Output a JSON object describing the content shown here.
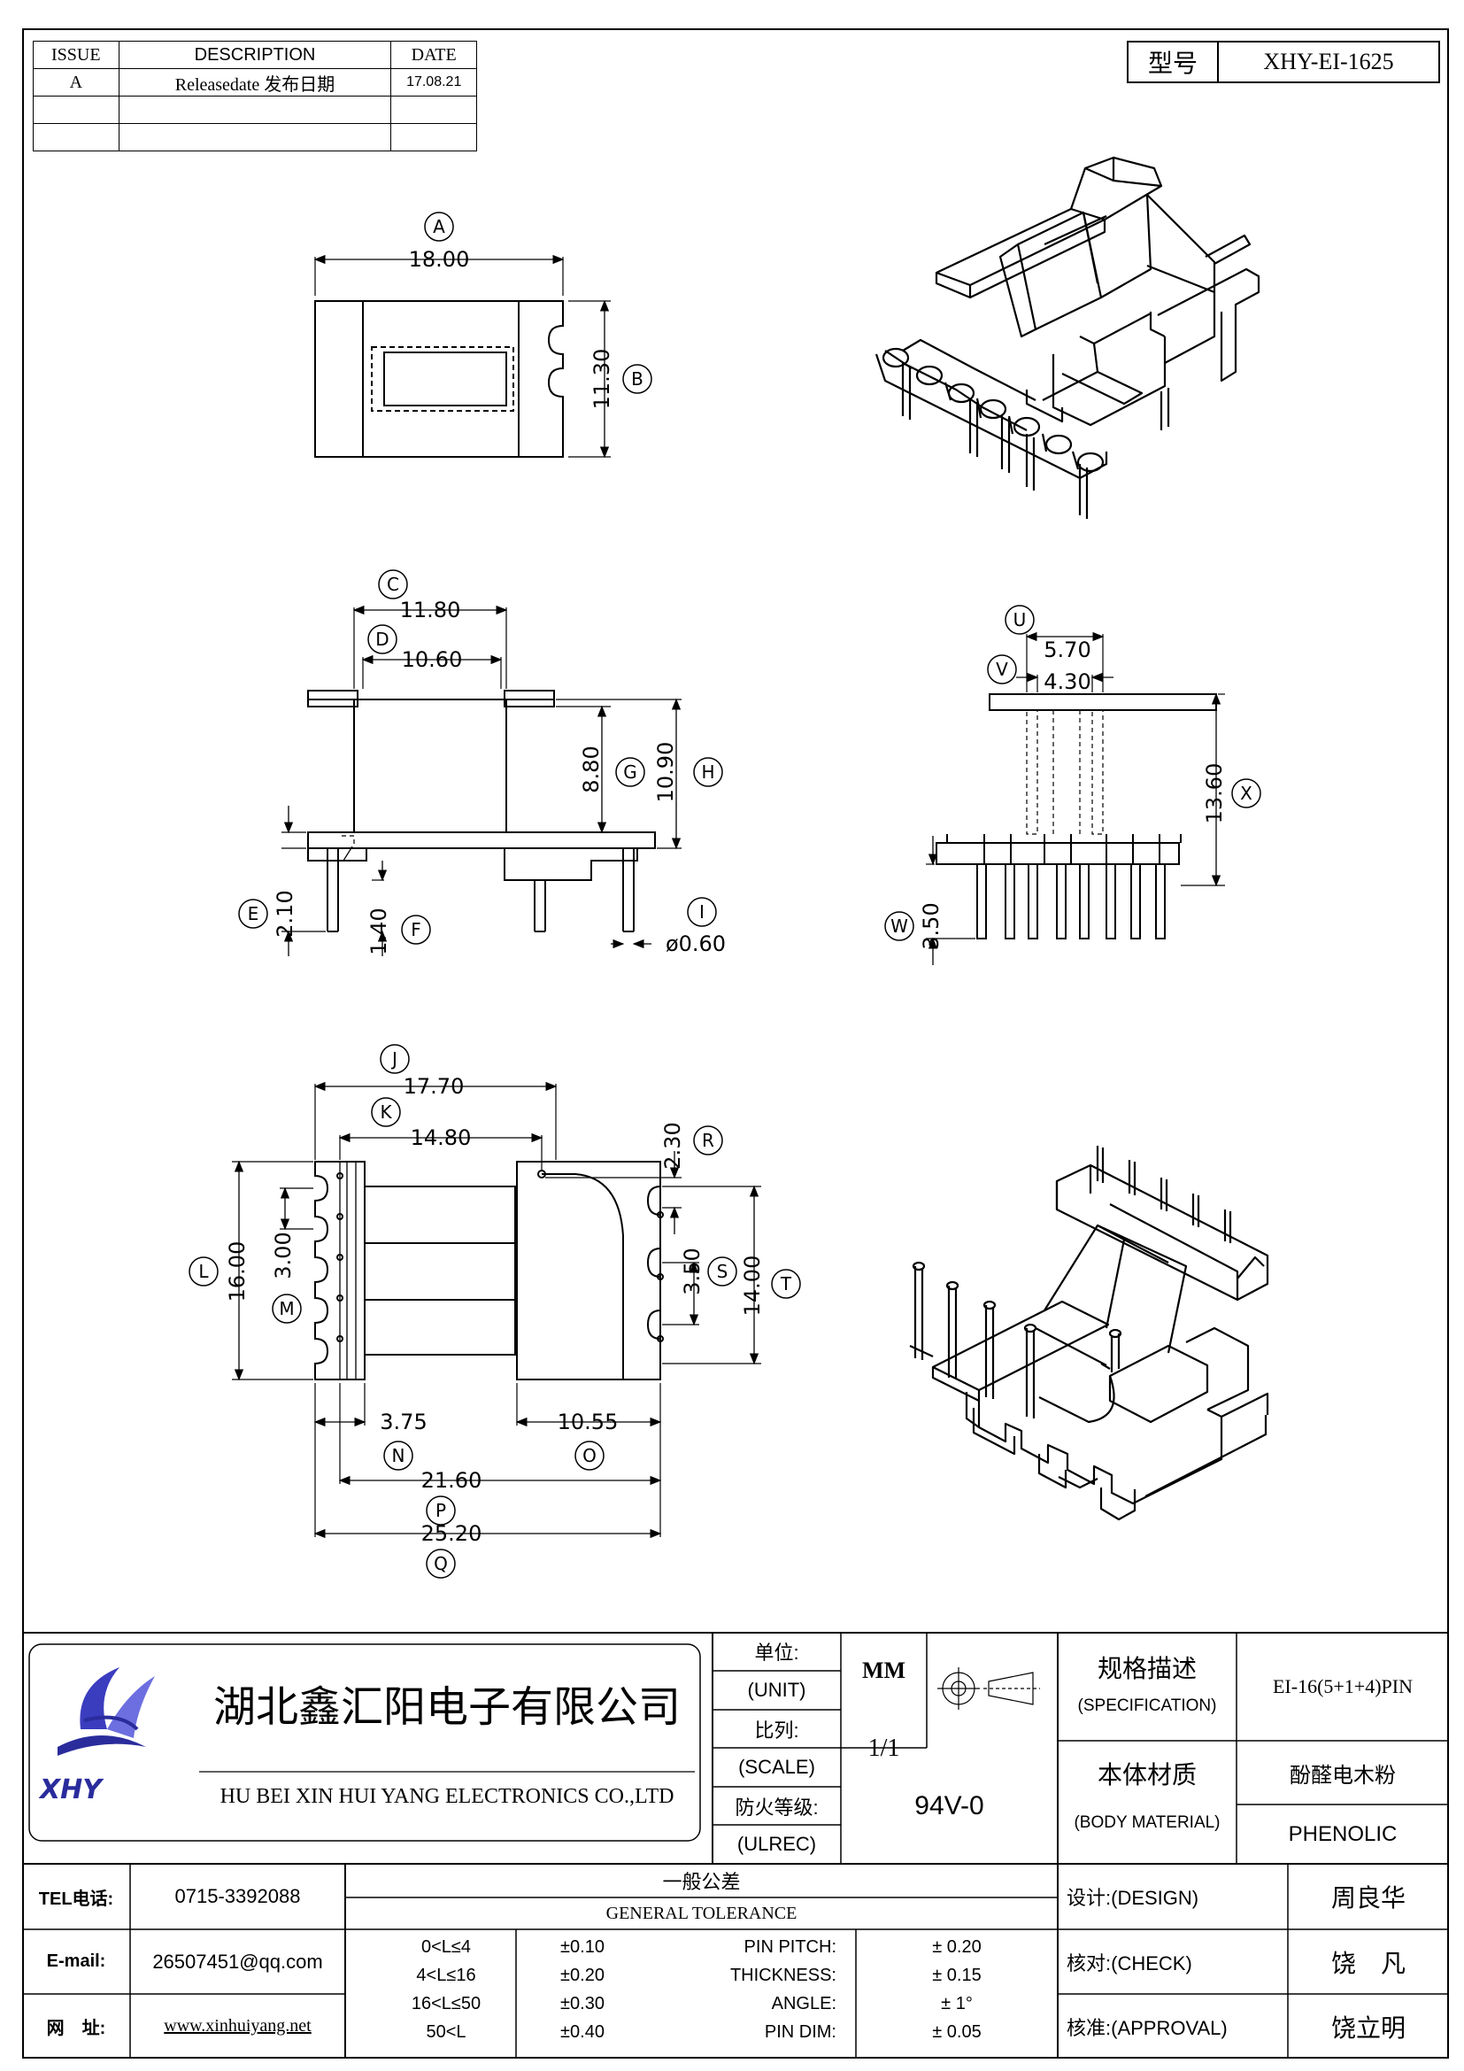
{
  "revision_table": {
    "headers": [
      "ISSUE",
      "DESCRIPTION",
      "DATE"
    ],
    "rows": [
      [
        "A",
        "Releasedate 发布日期",
        "17.08.21"
      ],
      [
        "",
        "",
        ""
      ],
      [
        "",
        "",
        ""
      ]
    ]
  },
  "model": {
    "label": "型号",
    "value": "XHY-EI-1625"
  },
  "dimensions": {
    "A": "18.00",
    "B": "11.30",
    "C": "11.80",
    "D": "10.60",
    "G": "8.80",
    "H": "10.90",
    "E": "2.10",
    "F": "1.40",
    "I": "ø0.60",
    "U": "5.70",
    "V": "4.30",
    "X": "13.60",
    "W": "3.50",
    "J": "17.70",
    "K": "14.80",
    "L": "16.00",
    "M": "3.00",
    "R": "2.30",
    "S": "3.50",
    "T": "14.00",
    "N": "3.75",
    "O": "10.55",
    "P": "21.60",
    "Q": "25.20"
  },
  "labels": {
    "A": "A",
    "B": "B",
    "C": "C",
    "D": "D",
    "E": "E",
    "F": "F",
    "G": "G",
    "H": "H",
    "I": "I",
    "U": "U",
    "V": "V",
    "W": "W",
    "X": "X",
    "J": "J",
    "K": "K",
    "L": "L",
    "M": "M",
    "N": "N",
    "O": "O",
    "P": "P",
    "Q": "Q",
    "R": "R",
    "S": "S",
    "T": "T"
  },
  "title_block": {
    "company_cn": "湖北鑫汇阳电子有限公司",
    "company_en": "HU BEI XIN HUI YANG ELECTRONICS CO.,LTD",
    "logo_text": "XHY",
    "unit_cn": "单位:",
    "unit_en": "(UNIT)",
    "unit_value": "MM",
    "scale_cn": "比列:",
    "scale_en": "(SCALE)",
    "scale_value": "1/1",
    "fire_cn": "防火等级:",
    "fire_en": "(ULREC)",
    "fire_value": "94V-0",
    "spec_cn": "规格描述",
    "spec_en": "(SPECIFICATION)",
    "spec_value": "EI-16(5+1+4)PIN",
    "material_cn": "本体材质",
    "material_en": "(BODY MATERIAL)",
    "material_value_cn": "酚醛电木粉",
    "material_value_en": "PHENOLIC",
    "tel_label": "TEL电话:",
    "tel_value": "0715-3392088",
    "email_label": "E-mail:",
    "email_value": "26507451@qq.com",
    "web_label": "网　址:",
    "web_value": "www.xinhuiyang.net",
    "tolerance_cn": "一般公差",
    "tolerance_en": "GENERAL TOLERANCE",
    "tolerance_rows": [
      {
        "range": "0<L≤4",
        "tol": "±0.10",
        "name": "PIN PITCH:",
        "value": "± 0.20"
      },
      {
        "range": "4<L≤16",
        "tol": "±0.20",
        "name": "THICKNESS:",
        "value": "± 0.15"
      },
      {
        "range": "16<L≤50",
        "tol": "±0.30",
        "name": "ANGLE:",
        "value": "± 1°"
      },
      {
        "range": "50<L",
        "tol": "±0.40",
        "name": "PIN DIM:",
        "value": "± 0.05"
      }
    ],
    "design_label": "设计:(DESIGN)",
    "design_value": "周良华",
    "check_label": "核对:(CHECK)",
    "check_value": "饶　凡",
    "approval_label": "核准:(APPROVAL)",
    "approval_value": "饶立明"
  }
}
